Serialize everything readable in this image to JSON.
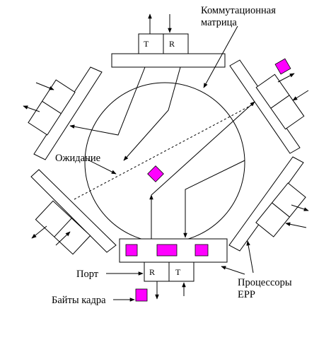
{
  "labels": {
    "switch_matrix_line1": "Коммутационная",
    "switch_matrix_line2": "матрица",
    "waiting": "Ожидание",
    "port": "Порт",
    "frame_bytes": "Байты кадра",
    "processors_line1": "Процессоры",
    "processors_line2": "EPP"
  },
  "port": {
    "transmit": "T",
    "receive": "R"
  },
  "colors": {
    "packet": "#ff00ff",
    "line": "#000000",
    "background": "#ffffff"
  }
}
